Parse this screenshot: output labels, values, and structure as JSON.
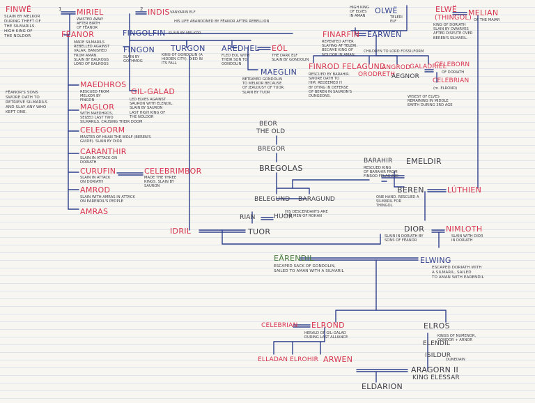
{
  "colors": {
    "ink_blue": "#2f3f8c",
    "ink_red": "#d8344e",
    "ink_green": "#467a3c",
    "ink_gray": "#3d3d47",
    "paper": "#f7f6f1",
    "rule": "#dfe3ea"
  },
  "people": {
    "finwe": {
      "name": "FINWË",
      "note": "SLAIN BY MELKOR\nDURING THEFT OF\nTHE SILMARILS.\nHIGH KING OF\nTHE NOLDOR"
    },
    "miriel": {
      "name": "MIRIEL",
      "note": "WASTED AWAY\nAFTER BIRTH\nOF FËANOR"
    },
    "indis": {
      "name": "INDIS",
      "note": "VANYARIN ELF"
    },
    "olwe": {
      "name": "OLWË",
      "note": "TELERI\nELF"
    },
    "olwe_side": {
      "note": "HIGH KING\nOF ELVES\nIN AMAN"
    },
    "elwe": {
      "name": "ELWË",
      "alt": "(THINGOL)",
      "note": "KING OF DORIATH\nSLAIN BY DWARVES\nAFTER DISPUTE OVER\nBEREN'S SILMARIL."
    },
    "melian": {
      "name": "MELIAN",
      "note": "OF THE MAIAR"
    },
    "feanor": {
      "name": "FËANOR",
      "note": "MADE SILMARILS\nREBELLED AGAINST\nVALAR, BANISHED\nFROM AMAN.\nSLAIN BY BALROGS\nLORD OF BALROGS"
    },
    "fingolfin": {
      "name": "FINGOLFIN",
      "note": "SLAIN BY MELKOR"
    },
    "finarfin": {
      "name": "FINARFIN",
      "note": "REPENTED AFTER\nSLAYING AT TELERI.\nBECAME KING OF\nNOLDOR IN AMAN."
    },
    "earwen": {
      "name": "EARWEN"
    },
    "fingon": {
      "name": "FINGON",
      "note": "SLAIN BY\nGOTHMOG"
    },
    "turgon": {
      "name": "TURGON",
      "note": "KING OF GONDOLIN (A\nHIDDEN CITY). DIED IN\nITS FALL"
    },
    "aredhel": {
      "name": "AREDHEL",
      "note": "FLED EOL WITH\nTHEIR SON TO\nGONDOLIN"
    },
    "eol": {
      "name": "EÖL",
      "note": "THE DARK ELF\nSLAIN BY GONDOLIN"
    },
    "maeglin": {
      "name": "MAEGLIN",
      "note": "BETRAYED GONDOLIN\nTO MELKOR BECAUSE\nOF JEALOUSY OF TUOR.\nSLAIN BY TUOR"
    },
    "finrod": {
      "name": "FINROD FELAGUND",
      "note": "RESCUED BY BARAHIR.\nSWORE OATH TO\nHIM. REDEEMED H\nBY DYING IN DEFENSE\nOF BEREN IN SAURON'S\nDUNGEONS."
    },
    "orodreth": {
      "name": "ORODRETH"
    },
    "angrod": {
      "name": "ANGROD"
    },
    "aegnor": {
      "name": "AEGNOR"
    },
    "galadriel": {
      "name": "GALADRIEL"
    },
    "celeborn": {
      "name": "CELEBORN",
      "note": "OF DORIATH"
    },
    "celebrian_top": {
      "name": "CELEBRIAN",
      "alt": "(m. ELROND)"
    },
    "children_note": {
      "note": "CHILDREN TO LORD FOSSILFORM"
    },
    "galadriel_note": {
      "note": "WISEST OF ELVES\nREMAINING IN MIDDLE\nEARTH DURING 3RD AGE"
    },
    "gilgalad": {
      "name": "GIL-GALAD",
      "note": "LED ELVES AGAINST\nSAURON WITH ELENDIL.\nSLAIN BY SAURON\nLAST HIGH KING OF\nTHE NOLDOR"
    },
    "maedhros": {
      "name": "MAEDHROS",
      "note": "RESCUED FROM\nMELKOR BY\nFINGON"
    },
    "maglor": {
      "name": "MAGLOR",
      "note": "WITH MAEDHROS,\nSEIZED LAST TWO\nSILMARILS. CAUSING THEIR DOOM"
    },
    "celegorm": {
      "name": "CELEGORM",
      "note": "MASTER OF HUAN THE WOLF (BEREN'S\nGUIDE). SLAIN BY DIOR"
    },
    "caranthir": {
      "name": "CARANTHIR",
      "note": "SLAIN IN ATTACK ON\nDORIATH"
    },
    "curufin": {
      "name": "CURUFIN",
      "note": "SLAIN IN ATTACK\nON DORIATH"
    },
    "celebrimbor": {
      "name": "CELEBRIMBOR",
      "note": "MADE THE THREE\nRINGS. SLAIN BY\nSAURON"
    },
    "amrod": {
      "name": "AMROD",
      "note": "SLAIN WITH AMRAS IN ATTACK\nON EARENDIL'S PEOPLE"
    },
    "amras": {
      "name": "AMRAS"
    },
    "feanor_sons": {
      "note": "FËANOR'S SONS\nSWORE OATH TO\nRETRIEVE SILMARILS\nAND SLAY ANY WHO\nKEPT ONE."
    },
    "indis_note": {
      "note": "HIS LIFE ABANDONED BY FËANOR AFTER REBELLION"
    },
    "beor": {
      "name": "BEOR",
      "alt": "THE OLD"
    },
    "bregor": {
      "name": "BREGOR"
    },
    "bregolas": {
      "name": "BREGOLAS"
    },
    "barahir": {
      "name": "BARAHIR",
      "note": "RESCUED KING\nOF BARAHIR FROM\nFINROD FELAGUND"
    },
    "emeldir": {
      "name": "EMELDIR"
    },
    "belegund": {
      "name": "BELEGUND"
    },
    "baragund": {
      "name": "BARAGUND"
    },
    "beren": {
      "name": "BEREN",
      "note": "ONE HAND. RESCUED A\nSILMARIL FOR\nTHINGOL"
    },
    "luthien": {
      "name": "LÚTHIEN"
    },
    "rian": {
      "name": "RIAN"
    },
    "huor": {
      "name": "HUOR"
    },
    "rohan_note": {
      "note": "HIS DESCENDANTS ARE\nTHE MEN OF ROHAN"
    },
    "idril": {
      "name": "IDRIL"
    },
    "tuor": {
      "name": "TUOR"
    },
    "dior": {
      "name": "DIOR",
      "note": "SLAIN IN DORIATH BY\nSONS OF FËANOR"
    },
    "nimloth": {
      "name": "NIMLOTH",
      "note": "SLAIN WITH DIOR\nIN DORIATH"
    },
    "earendil": {
      "name": "EÄRENDIL",
      "note": "ESCAPED SACK OF GONDOLIN,\nSAILED TO AMAN WITH A SILMARIL"
    },
    "elwing": {
      "name": "ELWING",
      "note": "ESCAPED DORIATH WITH\nA SILMARIL, SAILED\nTO AMAN WITH EARENDIL"
    },
    "celebrian": {
      "name": "CELEBRIAN"
    },
    "elrond": {
      "name": "ELROND",
      "note": "HERALD OF GIL-GALAD\nDURING LAST ALLIANCE"
    },
    "elros": {
      "name": "ELROS"
    },
    "numenor_note": {
      "note": "KINGS OF NUMENOR,\nGONDOR + ARNOR"
    },
    "elendil": {
      "name": "ELENDIL"
    },
    "isildur": {
      "name": "ISILDUR"
    },
    "dunedain_note": {
      "note": "DUNEDAIN"
    },
    "elladan": {
      "name": "ELLADAN"
    },
    "elrohir": {
      "name": "ELROHIR"
    },
    "arwen": {
      "name": "ARWEN"
    },
    "aragorn": {
      "name": "ARAGORN II",
      "alt": "KING ELESSAR"
    },
    "eldarion": {
      "name": "ELDARION"
    }
  },
  "markers": {
    "one": "1",
    "two": "2"
  }
}
